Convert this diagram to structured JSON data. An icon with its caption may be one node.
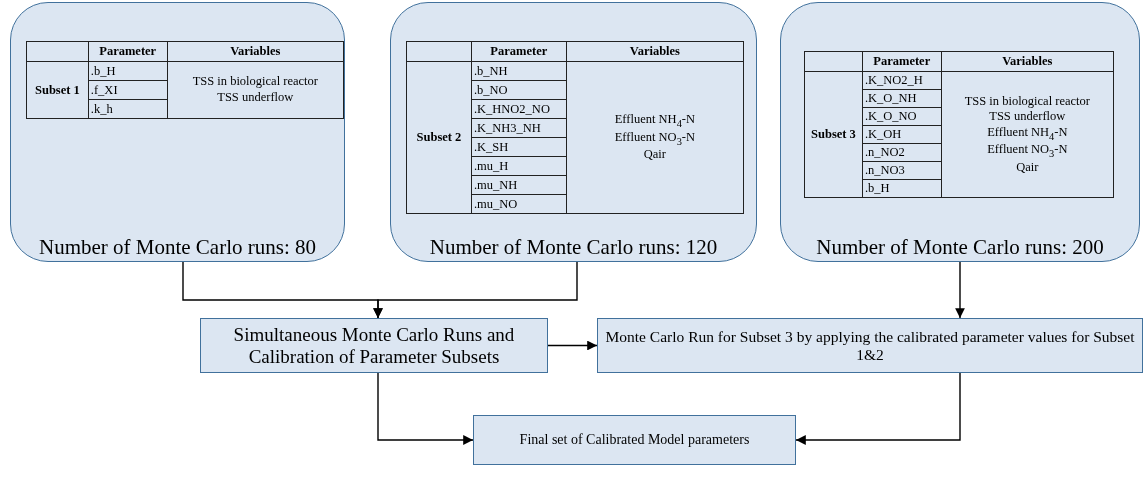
{
  "diagram": {
    "nodes": [
      {
        "text": [
          "Number of Monte Carlo runs: 80"
        ]
      },
      {
        "text": [
          "Number of Monte Carlo runs: 120"
        ]
      },
      {
        "text": [
          "Number of Monte Carlo runs: 200"
        ]
      },
      {
        "text": [
          "Simultaneous Monte Carlo Runs and Calibration of Parameter Subsets"
        ]
      },
      {
        "text": [
          "Monte Carlo Run for Subset 3 by applying the calibrated parameter values for Subset 1&2"
        ]
      },
      {
        "text": [
          "Final set of Calibrated Model parameters"
        ]
      }
    ],
    "edges": [
      {
        "from": 0,
        "to": 3,
        "arrow": "to"
      },
      {
        "from": 1,
        "to": 3,
        "arrow": "to"
      },
      {
        "from": 2,
        "to": 4,
        "arrow": "to"
      },
      {
        "from": 3,
        "to": 4,
        "arrow": "to"
      },
      {
        "from": 3,
        "to": 5,
        "arrow": "to"
      },
      {
        "from": 4,
        "to": 5,
        "arrow": "to"
      }
    ],
    "labels": [
      "Parameter",
      "Variables",
      "Subset 1",
      ".b_H",
      "TSS in biological reactor",
      "TSS underflow",
      ".f_XI",
      ".k_h",
      "Parameter",
      "Variables",
      "Subset 2",
      ".b_NH",
      "Effluent NH$_{4}$-N",
      "Effluent NO$_{3}$-N",
      "Qair",
      ".b_NO",
      ".K_HNO2_NO",
      ".K_NH3_NH",
      ".K_SH",
      ".mu_H",
      ".mu_NH",
      ".mu_NO",
      "Parameter",
      "Variables",
      ".K_NO2_H",
      "TSS in biological reactor",
      "TSS underflow",
      "Effluent NH$_{4}$-N",
      "Effluent NO$_{3}$-N",
      "Qair",
      ".K_O_NH",
      ".K_O_NO",
      "Subset 3",
      ".K_OH",
      ".n_NO2",
      ".n_NO3",
      ".b_H"
    ]
  }
}
